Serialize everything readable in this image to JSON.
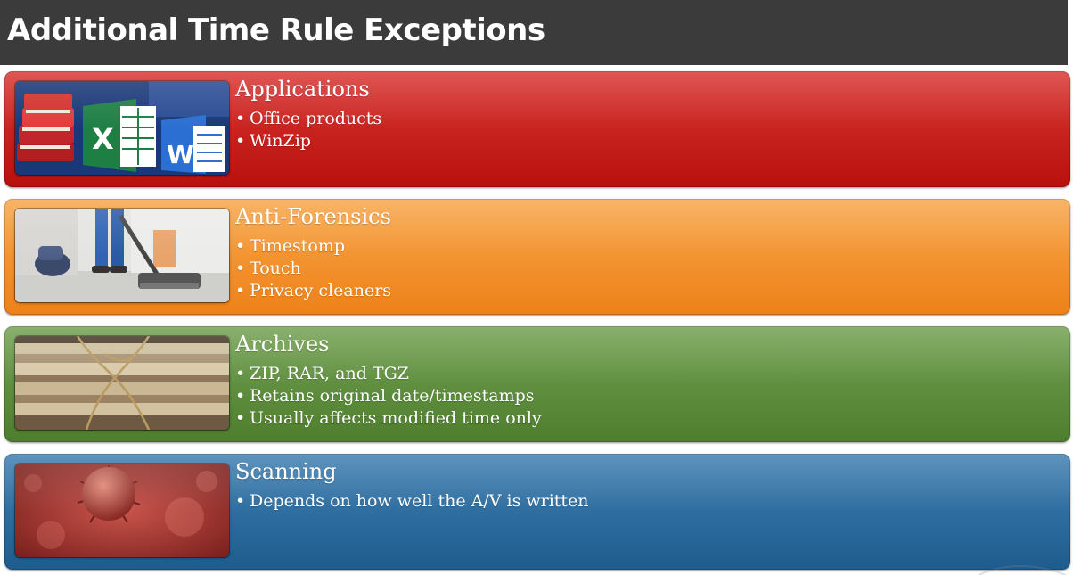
{
  "slide": {
    "title": "Additional Time Rule Exceptions"
  },
  "sections": [
    {
      "heading": "Applications",
      "bullets": [
        "Office products",
        "WinZip"
      ],
      "color": "#c8201c",
      "image": "office-apps-image"
    },
    {
      "heading": "Anti-Forensics",
      "bullets": [
        "Timestomp",
        "Touch",
        "Privacy cleaners"
      ],
      "color": "#f39232",
      "image": "vacuum-cleaning-image"
    },
    {
      "heading": "Archives",
      "bullets": [
        "ZIP, RAR, and TGZ",
        "Retains original date/timestamps",
        "Usually affects modified time only"
      ],
      "color": "#5f8f3e",
      "image": "paper-archive-bundle-image"
    },
    {
      "heading": "Scanning",
      "bullets": [
        "Depends on how well the A/V is written"
      ],
      "color": "#2b6ca0",
      "image": "virus-cell-image"
    }
  ],
  "colors": {
    "title_bar": "#3b3b3b",
    "title_text": "#ffffff",
    "panel_text": "#ffffff"
  }
}
